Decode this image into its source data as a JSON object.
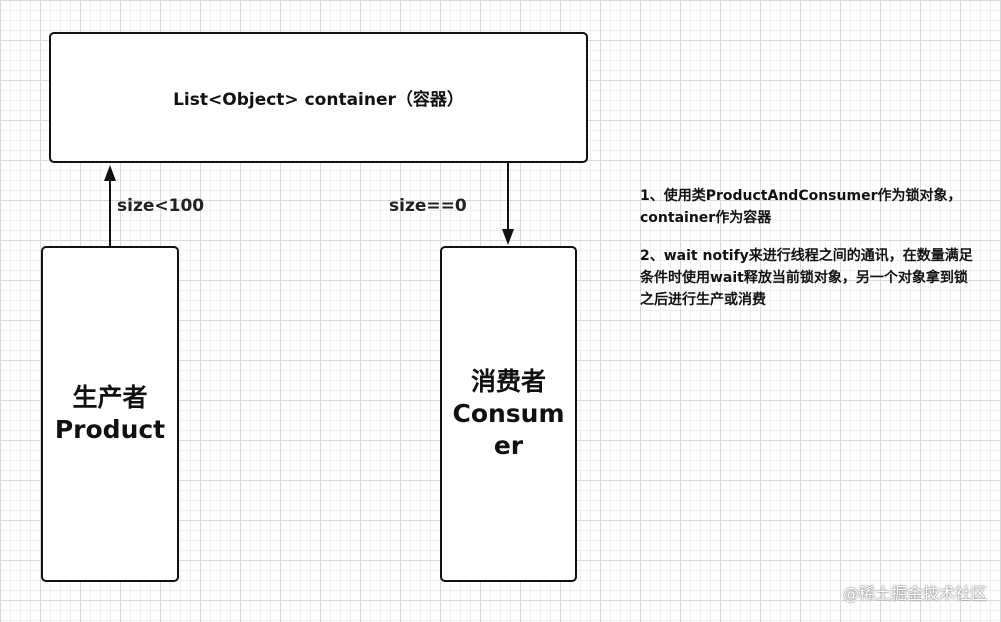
{
  "diagram": {
    "container": {
      "label": "List<Object> container（容器）"
    },
    "producer": {
      "label_cn": "生产者",
      "label_en": "Product"
    },
    "consumer": {
      "label_cn": "消费者",
      "label_en": "Consumer"
    },
    "edges": {
      "producer_to_container": "size<100",
      "container_to_consumer": "size==0"
    },
    "notes": [
      "1、使用类ProductAndConsumer作为锁对象，container作为容器",
      "2、wait  notify来进行线程之间的通讯，在数量满足条件时使用wait释放当前锁对象，另一个对象拿到锁之后进行生产或消费"
    ]
  },
  "watermark": "@稀土掘金技术社区",
  "colors": {
    "stroke": "#111111",
    "grid": "#d9d9d9",
    "background": "#ffffff"
  }
}
